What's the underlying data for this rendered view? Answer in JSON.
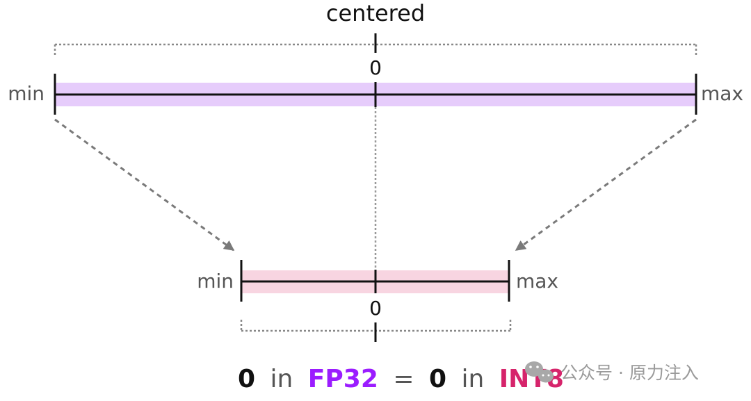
{
  "title": "centered",
  "fp32_range": {
    "min_label": "min",
    "max_label": "max",
    "zero_label": "0",
    "band_color": "#e6ccfb"
  },
  "int8_range": {
    "min_label": "min",
    "max_label": "max",
    "zero_label": "0",
    "band_color": "#f8d5e1"
  },
  "caption": {
    "zero_left": "0",
    "in_left": "in",
    "fp32": "FP32",
    "equals": "=",
    "zero_right": "0",
    "in_right": "in",
    "int8": "INT8",
    "fp32_color": "#9b1cff",
    "int8_color": "#d6246b"
  },
  "watermark": {
    "text": "公众号 · 原力注入",
    "icon": "wechat-icon"
  }
}
